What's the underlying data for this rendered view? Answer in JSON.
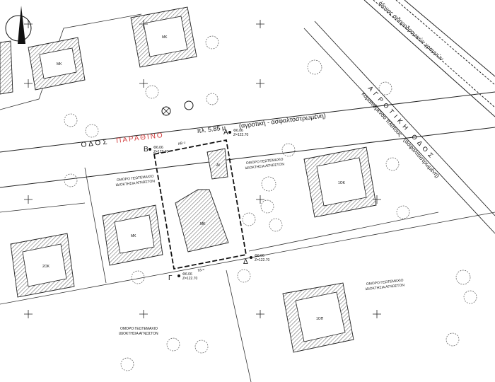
{
  "road_main": {
    "prefix": "ΟΔΟΣ",
    "name_red": "ΠΑΡΑΘΙΝΟ",
    "width_note": "πλ. 5.85 μ",
    "type_note": "(αγροτική - ασφαλτοστρωμένη)"
  },
  "road_right": {
    "title": "ΑΓΡΟΤΙΚΗ ΟΔΟΣ",
    "subtitle": "κυμαινόμενου πλάτους",
    "type_note": "(ασφαλτοστρωμένη)"
  },
  "railway_label": "άξονας σιδηροδρομικών γραμμών",
  "corners": {
    "A": {
      "letter": "Α",
      "code": "Φ6.06",
      "elev": "Ζ=122.70"
    },
    "B": {
      "letter": "Β",
      "code": "Φ6.06",
      "elev": "Ζ=122.70"
    },
    "G": {
      "letter": "Γ",
      "code": "Φ6.06",
      "elev": "Ζ=122.70"
    },
    "D": {
      "letter": "Δ",
      "code": "Φ6.06",
      "elev": "Ζ=122.70"
    }
  },
  "edges": {
    "ab": "ΑΒ =",
    "gd": "ΓΔ ="
  },
  "neighbors": [
    {
      "line1": "ΟΜΟΡΟ ΓΕΩΤΕΜΑΧΙΟ",
      "line2": "ΙΔΙΟΚΤΗΣΙΑ ΑΓΝΩΣΤΟΝ"
    },
    {
      "line1": "ΟΜΟΡΟ ΓΕΩΤΕΜΑΧΙΟ",
      "line2": "ΙΔΙΟΚΤΗΣΙΑ ΑΓΝΩΣΤΟΝ"
    },
    {
      "line1": "ΟΜΟΡΟ ΓΕΩΤΕΜΑΧΙΟ",
      "line2": "ΙΔΙΟΚΤΗΣΙΑ ΑΓΝΩΣΤΟΝ"
    },
    {
      "line1": "ΟΜΟΡΟ ΓΕΩΤΕΜΑΧΙΟ",
      "line2": "ΙΔΙΟΚΤΗΣΙΑ ΑΓΝΩΣΤΟΝ"
    }
  ],
  "buildings": {
    "top_left": "ΜΚ",
    "top_center": "ΜΚ",
    "mid_left": "ΜΚ",
    "far_left": "2ΟΚ",
    "right": "1ΟΚ",
    "bottom_right": "1ΟΠ",
    "subject": "ΜΚ",
    "small": "ΑΙ"
  },
  "colors": {
    "road_name": "#d23a3a",
    "hatch": "#444444"
  }
}
